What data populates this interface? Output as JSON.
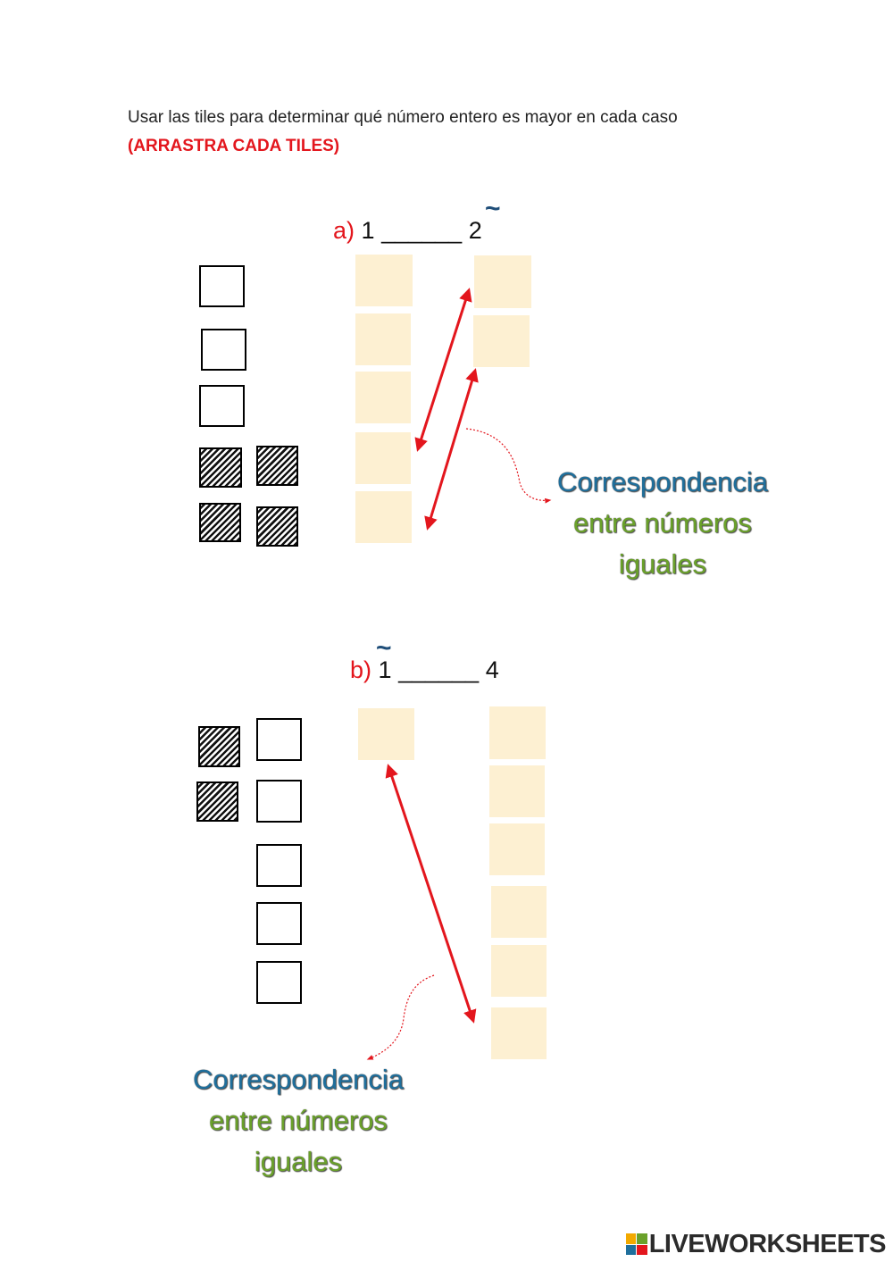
{
  "instructions": {
    "text": "Usar las tiles para determinar qué número  entero es mayor en cada caso",
    "highlight": "(ARRASTRA CADA TILES)"
  },
  "problem_a": {
    "label": "a)",
    "left_number": "1",
    "blank": "______",
    "right_number": "2",
    "tilde": "~"
  },
  "problem_b": {
    "label": "b)",
    "left_number": "1",
    "blank": "______",
    "right_number": "4",
    "tilde": "~"
  },
  "correspondence_a": {
    "line1": "Correspondencia",
    "line2": "entre números",
    "line3": "iguales"
  },
  "correspondence_b": {
    "line1": "Correspondencia",
    "line2": "entre números",
    "line3": "iguales"
  },
  "brand": {
    "text": "LIVEWORKSHEETS"
  },
  "colors": {
    "accent_red": "#e3161d",
    "drop_zone": "#fdf0d2",
    "title_blue": "#1f6f9c",
    "title_green": "#6aa12a"
  }
}
